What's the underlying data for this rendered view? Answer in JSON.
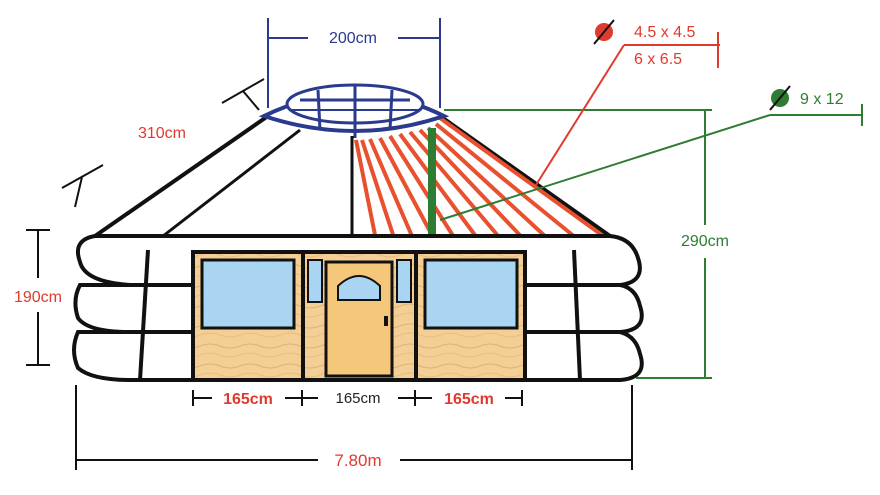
{
  "dimensions": {
    "crown_diameter": "200cm",
    "roof_pole_length": "310cm",
    "wall_height": "190cm",
    "total_height": "290cm",
    "overall_diameter": "7.80m",
    "panel_left": "165cm",
    "panel_center": "165cm",
    "panel_right": "165cm"
  },
  "callouts": {
    "roof_pole_section_a": "4.5 x 4.5",
    "roof_pole_section_b": "6 x 6.5",
    "wall_pole_section": "9 x 12"
  },
  "colors": {
    "red": "#e03a2f",
    "blue": "#2a3a8c",
    "green": "#2e7d32",
    "wood": "#f2cc8f",
    "glass": "#a9d4f2",
    "outline": "#111111"
  },
  "icons": {
    "red_marker": "diameter-icon",
    "green_marker": "diameter-icon"
  }
}
